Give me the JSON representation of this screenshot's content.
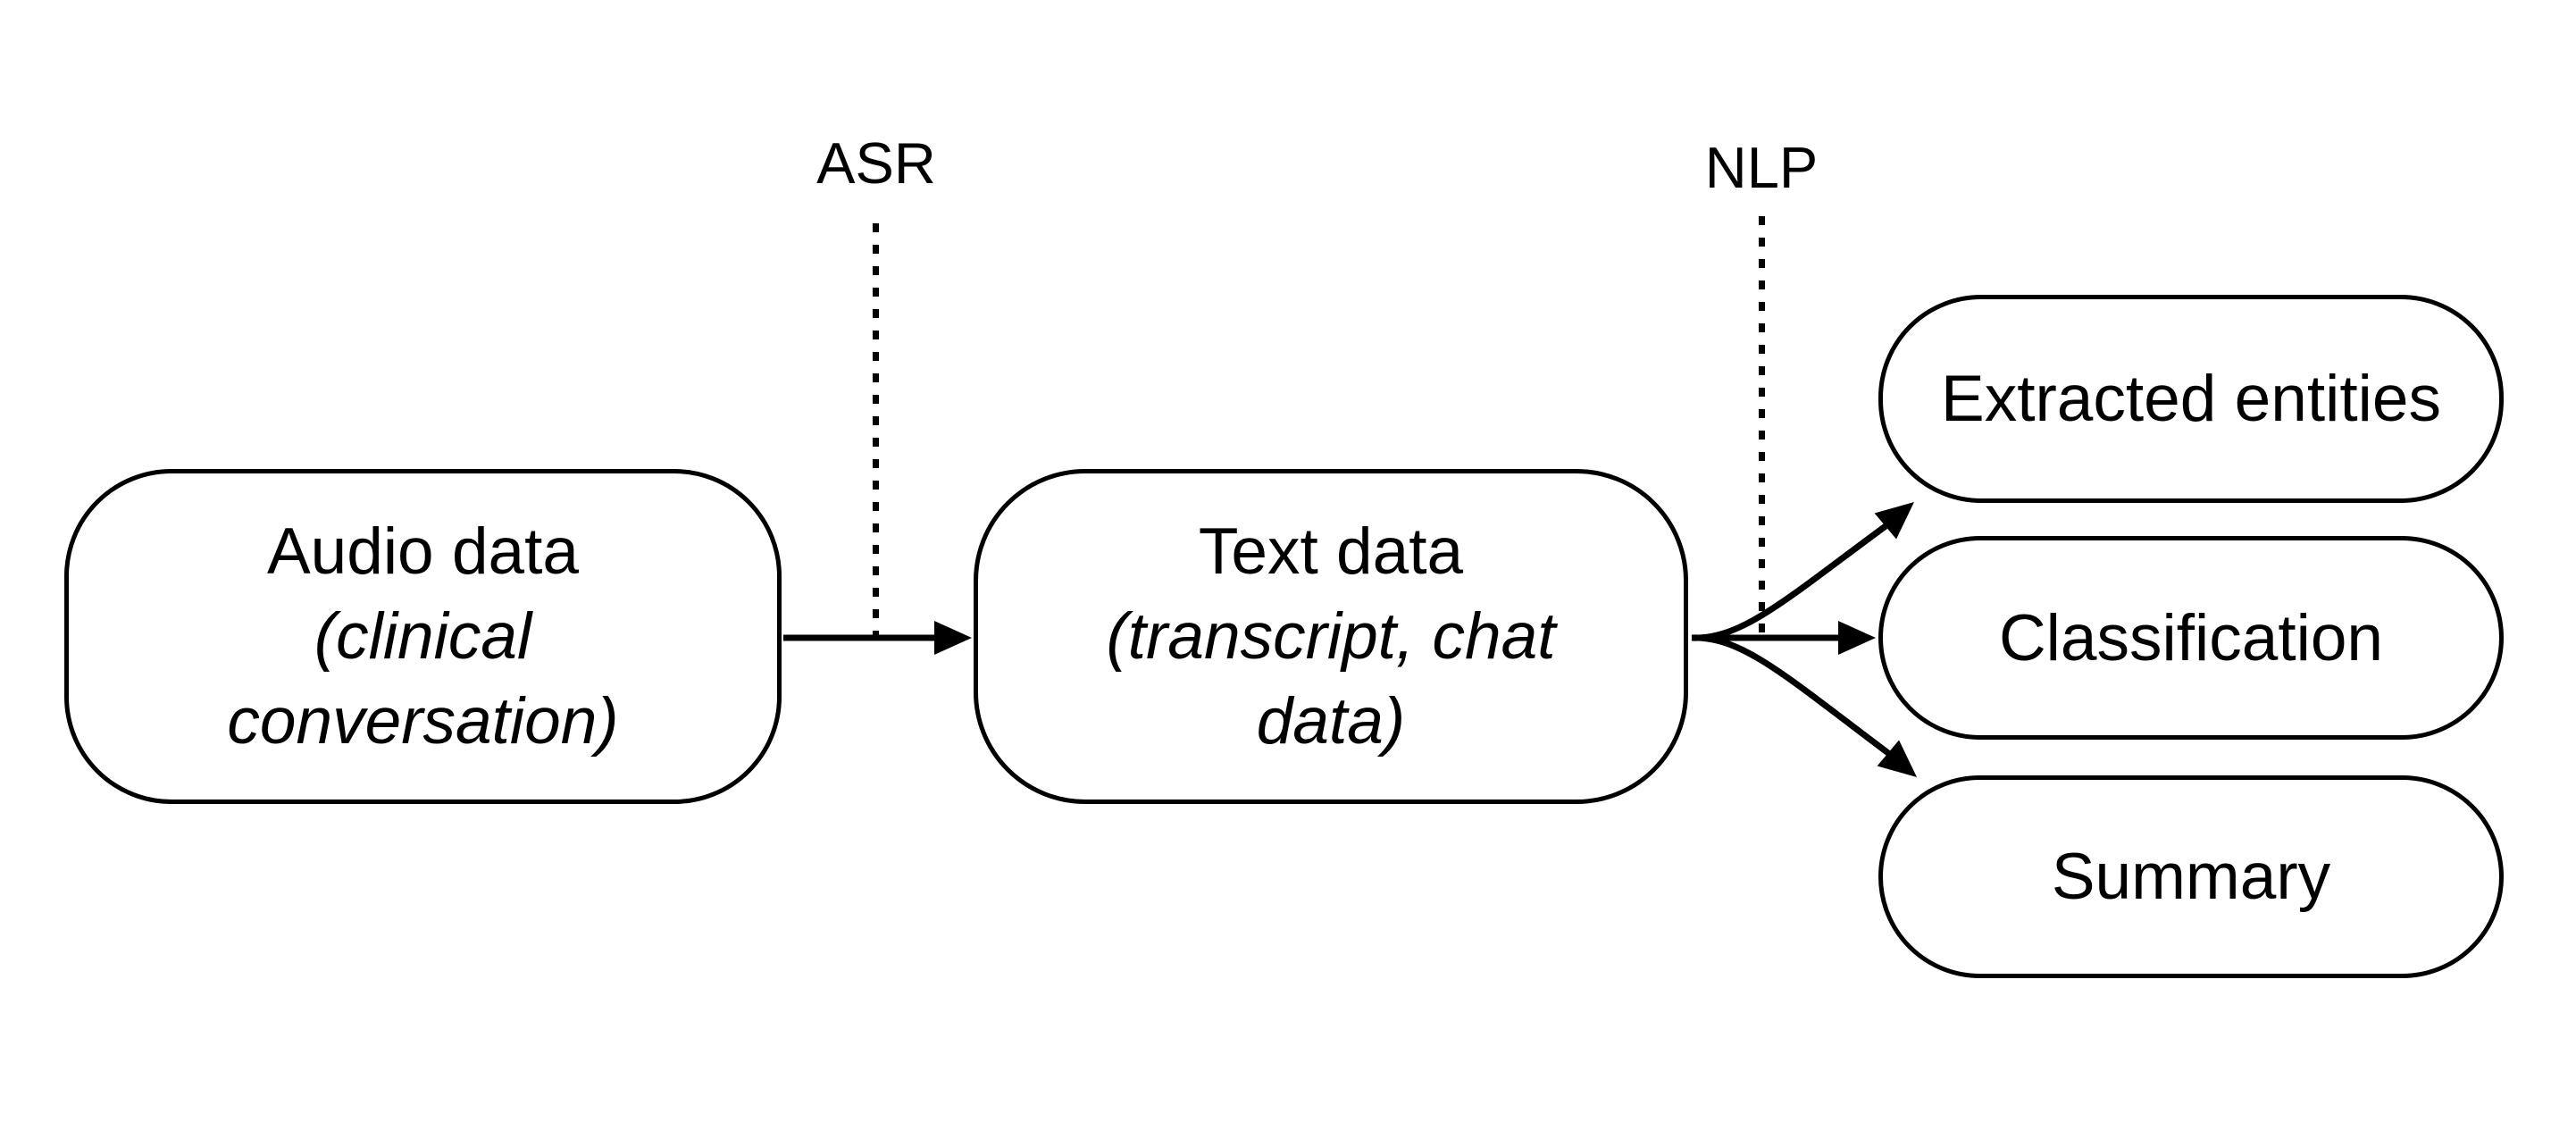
{
  "diagram": {
    "stage_labels": {
      "asr": "ASR",
      "nlp": "NLP"
    },
    "nodes": {
      "audio": {
        "title": "Audio data",
        "subtitle_line1": "(clinical",
        "subtitle_line2": "conversation)"
      },
      "text": {
        "title": "Text data",
        "subtitle_line1": "(transcript, chat",
        "subtitle_line2": "data)"
      },
      "outputs": [
        {
          "label": "Extracted entities"
        },
        {
          "label": "Classification"
        },
        {
          "label": "Summary"
        }
      ]
    },
    "edges": [
      "audio-to-text",
      "text-to-extracted-entities",
      "text-to-classification",
      "text-to-summary"
    ],
    "colors": {
      "stroke": "#000000",
      "background": "#ffffff",
      "text": "#000000"
    }
  }
}
